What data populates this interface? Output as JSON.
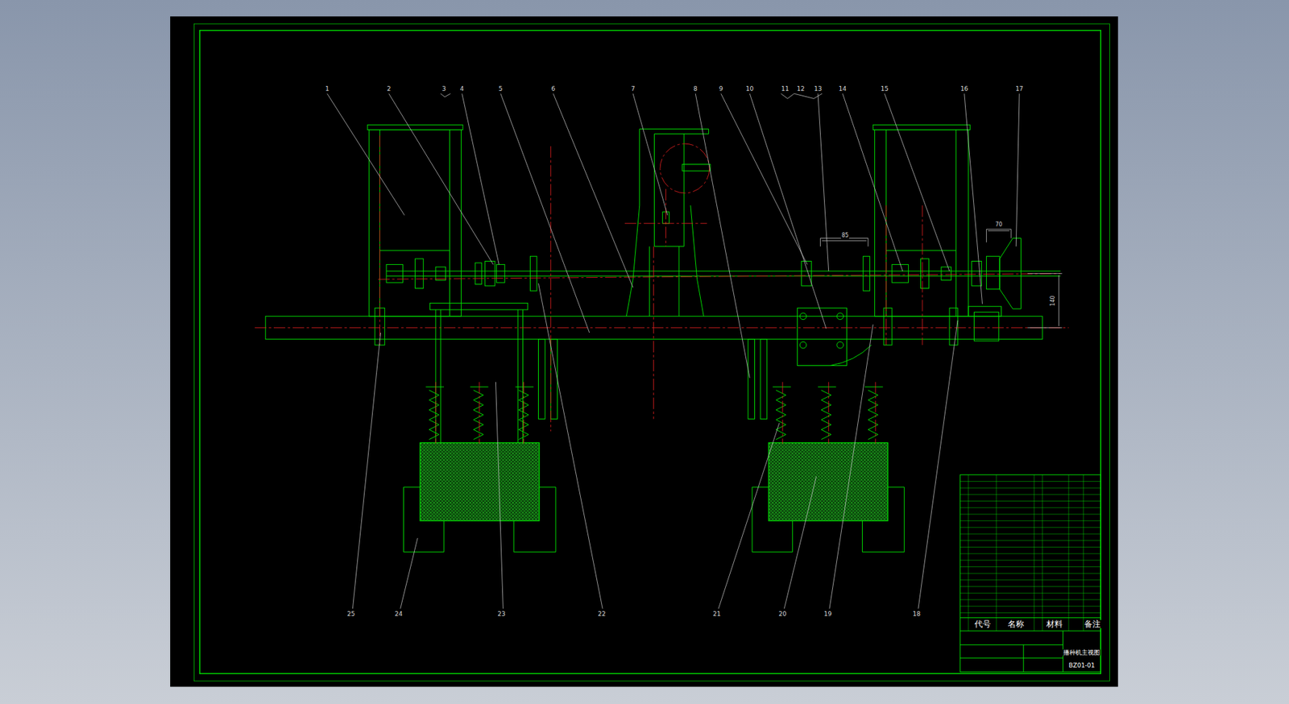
{
  "diagram": {
    "labels": [
      "1",
      "2",
      "3",
      "4",
      "5",
      "6",
      "7",
      "8",
      "9",
      "10",
      "11",
      "12",
      "13",
      "14",
      "15",
      "16",
      "17",
      "25",
      "24",
      "23",
      "22",
      "21",
      "20",
      "19",
      "18",
      "85",
      "70",
      "140",
      "代号",
      "名称",
      "材料",
      "备注",
      "播种机主视图",
      "BZ01-01"
    ]
  }
}
